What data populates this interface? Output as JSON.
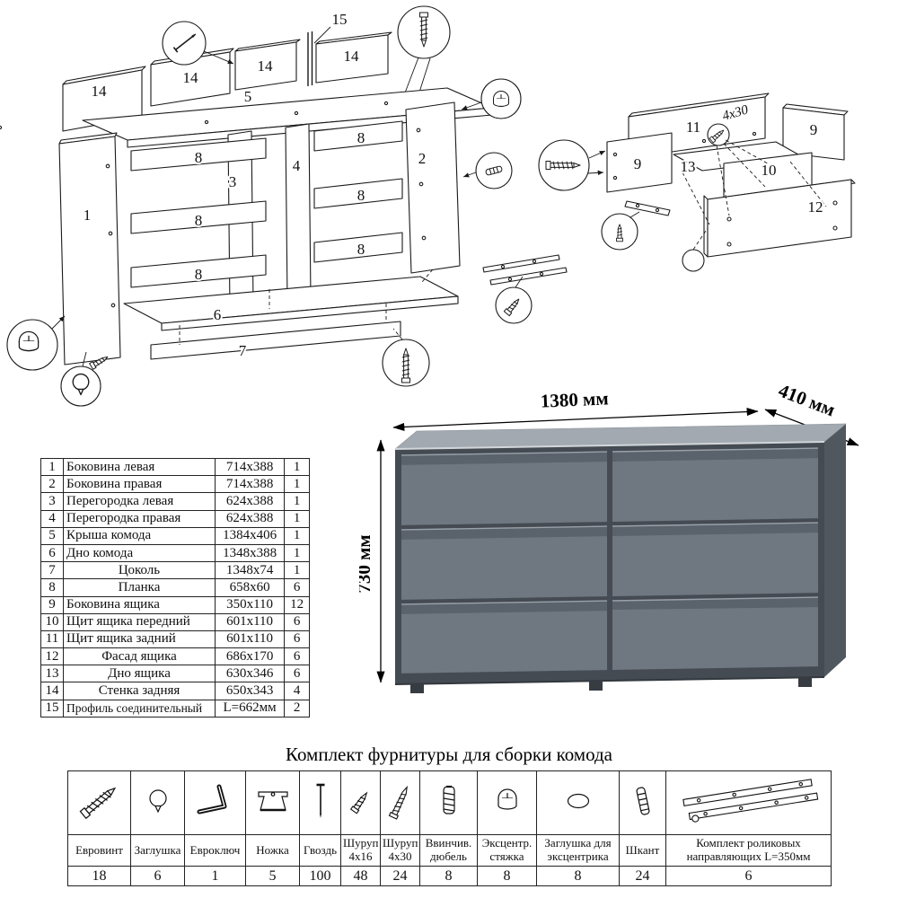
{
  "colors": {
    "line": "#1a1a1a",
    "dresser_front_gap": "#454b52",
    "dresser_drawer": "#6f7780",
    "dresser_top": "#a2a9b0",
    "dresser_side": "#50575f",
    "drawer_chamfer": "#5a626b"
  },
  "dimensions": {
    "width": "1380 мм",
    "depth": "410 мм",
    "height": "730 мм"
  },
  "diagram_labels": {
    "part1": "1",
    "part2": "2",
    "part3": "3",
    "part4": "4",
    "part5": "5",
    "part6": "6",
    "part7": "7",
    "part8": "8",
    "part9": "9",
    "part10": "10",
    "part11": "11",
    "part12": "12",
    "part13": "13",
    "part14": "14",
    "part15": "15",
    "screw_size": "4x30"
  },
  "parts_table": {
    "rows": [
      {
        "num": "1",
        "name": "Боковина левая",
        "size": "714x388",
        "qty": "1"
      },
      {
        "num": "2",
        "name": "Боковина правая",
        "size": "714x388",
        "qty": "1"
      },
      {
        "num": "3",
        "name": "Перегородка левая",
        "size": "624x388",
        "qty": "1"
      },
      {
        "num": "4",
        "name": "Перегородка правая",
        "size": "624x388",
        "qty": "1"
      },
      {
        "num": "5",
        "name": "Крыша комода",
        "size": "1384x406",
        "qty": "1"
      },
      {
        "num": "6",
        "name": "Дно комода",
        "size": "1348x388",
        "qty": "1"
      },
      {
        "num": "7",
        "name": "Цоколь",
        "size": "1348x74",
        "qty": "1"
      },
      {
        "num": "8",
        "name": "Планка",
        "size": "658x60",
        "qty": "6"
      },
      {
        "num": "9",
        "name": "Боковина ящика",
        "size": "350x110",
        "qty": "12"
      },
      {
        "num": "10",
        "name": "Щит ящика передний",
        "size": "601x110",
        "qty": "6"
      },
      {
        "num": "11",
        "name": "Щит ящика задний",
        "size": "601x110",
        "qty": "6"
      },
      {
        "num": "12",
        "name": "Фасад ящика",
        "size": "686x170",
        "qty": "6"
      },
      {
        "num": "13",
        "name": "Дно ящика",
        "size": "630x346",
        "qty": "6"
      },
      {
        "num": "14",
        "name": "Стенка задняя",
        "size": "650x343",
        "qty": "4"
      },
      {
        "num": "15",
        "name": "Профиль соединительный",
        "size": "L=662мм",
        "qty": "2"
      }
    ]
  },
  "hardware": {
    "title": "Комплект фурнитуры для сборки комода",
    "items": [
      {
        "name": "Евровинт",
        "qty": "18",
        "icon": "confirmat-screw-icon"
      },
      {
        "name": "Заглушка",
        "qty": "6",
        "icon": "cap-icon"
      },
      {
        "name": "Евроключ",
        "qty": "1",
        "icon": "hex-key-icon"
      },
      {
        "name": "Ножка",
        "qty": "5",
        "icon": "furniture-leg-icon"
      },
      {
        "name": "Гвоздь",
        "qty": "100",
        "icon": "nail-icon"
      },
      {
        "name": "Шуруп 4х16",
        "qty": "48",
        "icon": "screw-4x16-icon"
      },
      {
        "name": "Шуруп 4х30",
        "qty": "24",
        "icon": "screw-4x30-icon"
      },
      {
        "name": "Ввинчив. дюбель",
        "qty": "8",
        "icon": "threaded-dowel-icon"
      },
      {
        "name": "Эксцентр. стяжка",
        "qty": "8",
        "icon": "cam-lock-icon"
      },
      {
        "name": "Заглушка для эксцентрика",
        "qty": "8",
        "icon": "cam-cap-icon"
      },
      {
        "name": "Шкант",
        "qty": "24",
        "icon": "wooden-dowel-icon"
      },
      {
        "name": "Комплект роликовых направляющих L=350мм",
        "qty": "6",
        "icon": "drawer-slides-icon"
      }
    ]
  }
}
